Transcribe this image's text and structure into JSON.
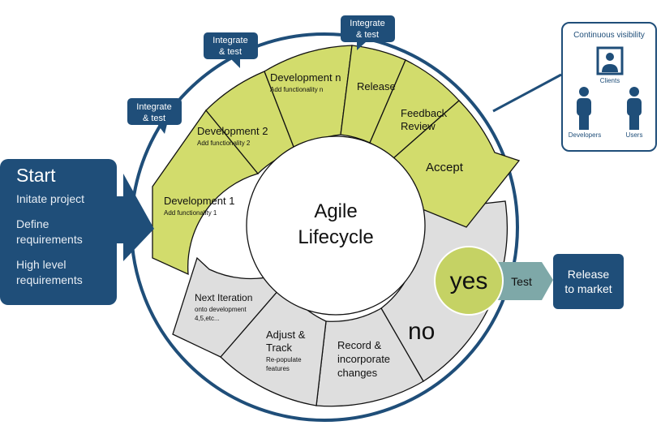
{
  "center": {
    "line1": "Agile",
    "line2": "Lifecycle"
  },
  "segments": {
    "dev1": {
      "title": "Development 1",
      "sub": "Add functionality 1"
    },
    "dev2": {
      "title": "Development 2",
      "sub": "Add functionality 2"
    },
    "devn": {
      "title": "Development n",
      "sub": "Add functionality n"
    },
    "release": "Release",
    "feedback": {
      "line1": "Feedback",
      "line2": "Review"
    },
    "accept": "Accept",
    "no": "no",
    "record": {
      "line1": "Record &",
      "line2": "incorporate",
      "line3": "changes"
    },
    "adjust": {
      "line1": "Adjust &",
      "line2": "Track",
      "sub1": "Re-populate",
      "sub2": "features"
    },
    "next": {
      "title": "Next Iteration",
      "sub1": "onto development",
      "sub2": "4,5,etc..."
    }
  },
  "bubbles": {
    "b1": {
      "line1": "Integrate",
      "line2": "& test"
    },
    "b2": {
      "line1": "Integrate",
      "line2": "& test"
    },
    "b3": {
      "line1": "Integrate",
      "line2": "& test"
    }
  },
  "start": {
    "title": "Start",
    "items": [
      "Initate project",
      "Define requirements",
      "High level requirements"
    ]
  },
  "decision": {
    "yes": "yes",
    "test": "Test"
  },
  "release_box": {
    "line1": "Release",
    "line2": "to market"
  },
  "visibility": {
    "title": "Continuous visibility",
    "clients": "Clients",
    "developers": "Developers",
    "users": "Users"
  },
  "colors": {
    "navy": "#1f4e79",
    "green": "#d2dc6c",
    "gray": "#dedede",
    "teal": "#7ea8a8",
    "yes_circle": "#c5d264"
  }
}
